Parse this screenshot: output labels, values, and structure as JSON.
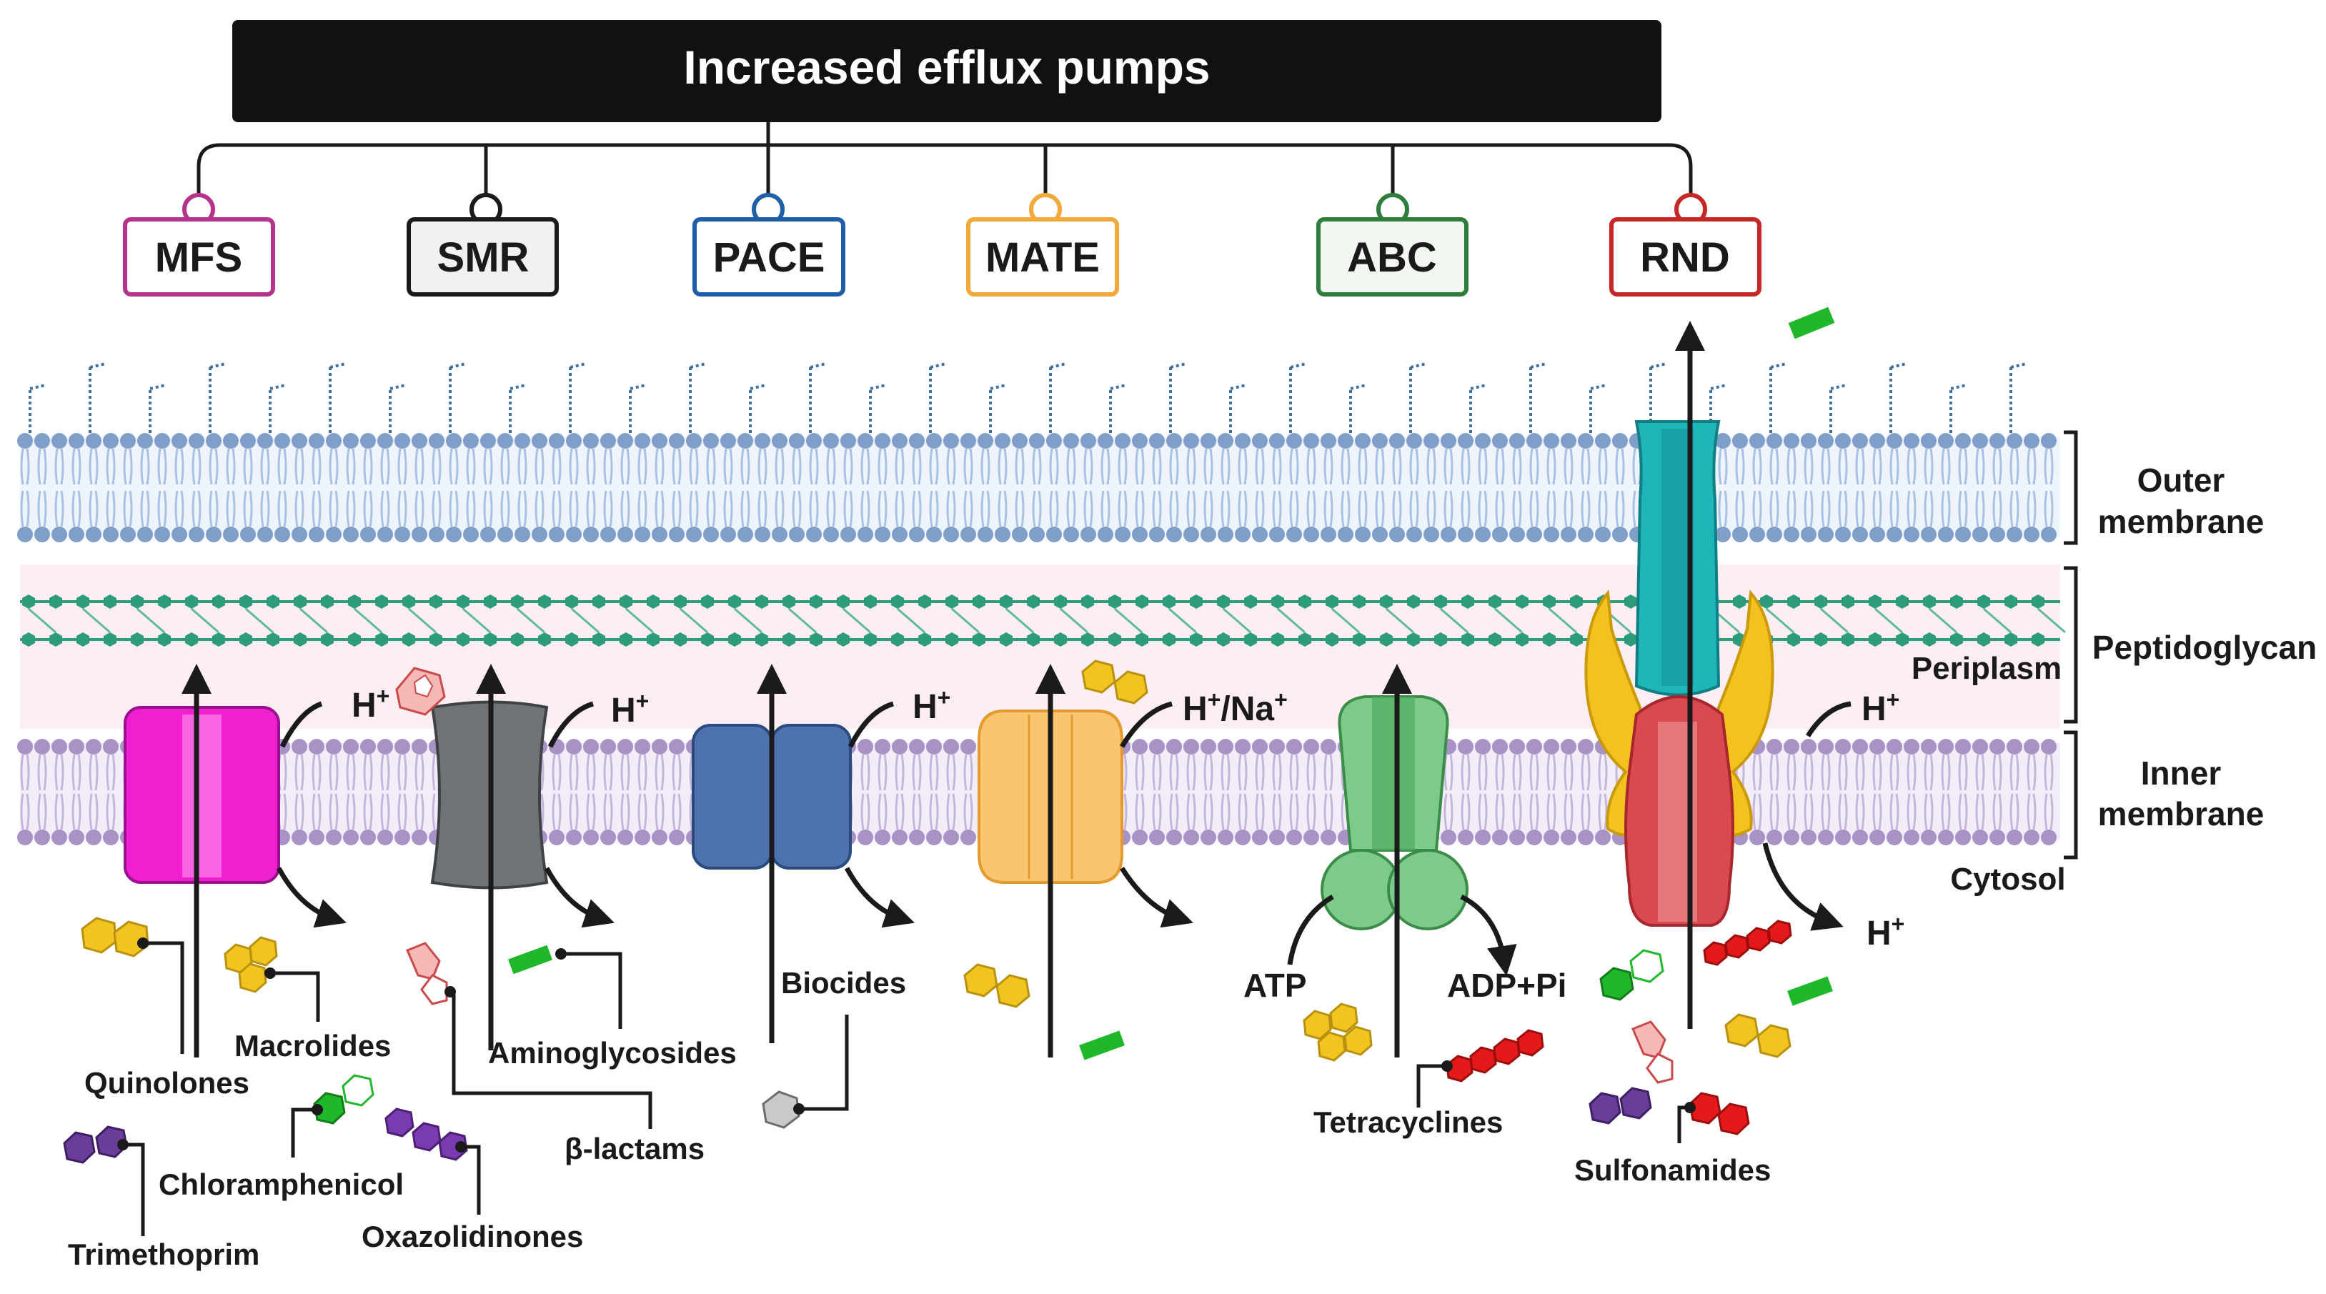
{
  "title": "Increased efflux pumps",
  "families": [
    {
      "label": "MFS",
      "color": "#b5338a"
    },
    {
      "label": "SMR",
      "color": "#1a1a1a"
    },
    {
      "label": "PACE",
      "color": "#1f5fa8"
    },
    {
      "label": "MATE",
      "color": "#f2a93b"
    },
    {
      "label": "ABC",
      "color": "#2e7d3a"
    },
    {
      "label": "RND",
      "color": "#c62828"
    }
  ],
  "regions": {
    "outer_membrane_line1": "Outer",
    "outer_membrane_line2": "membrane",
    "peptidoglycan": "Peptidoglycan",
    "periplasm": "Periplasm",
    "inner_membrane_line1": "Inner",
    "inner_membrane_line2": "membrane",
    "cytosol": "Cytosol"
  },
  "ions": {
    "mfs": "H+",
    "smr": "H+",
    "pace": "H+",
    "mate": "H+/Na+",
    "rnd_in": "H+",
    "rnd_out": "H+",
    "atp": "ATP",
    "adp": "ADP+Pi"
  },
  "drugs": {
    "quinolones": "Quinolones",
    "macrolides": "Macrolides",
    "trimethoprim": "Trimethoprim",
    "chloramphenicol": "Chloramphenicol",
    "oxazolidinones": "Oxazolidinones",
    "aminoglycosides": "Aminoglycosides",
    "beta_lactams": "β-lactams",
    "biocides": "Biocides",
    "tetracyclines": "Tetracyclines",
    "sulfonamides": "Sulfonamides"
  },
  "colors": {
    "title_bg": "#111111",
    "outer_membrane_head": "#7f9ec9",
    "peptidoglycan": "#2e9c7a",
    "periplasm_bg": "#fdeef4",
    "inner_membrane_head": "#a992c6",
    "mfs_pump": "#f01fd0",
    "smr_pump": "#6f7375",
    "pace_pump": "#4d72ad",
    "mate_pump": "#fbc46e",
    "abc_pump": "#7ccb8a",
    "rnd_tolc": "#1fb5b9",
    "rnd_adaptor": "#f4c21f",
    "rnd_transporter": "#d9494f",
    "drug_yellow": "#f2c420",
    "drug_green": "#1fb82a",
    "drug_red": "#e41a1a",
    "drug_purple": "#6a3d9a",
    "drug_pink": "#f6b7b7",
    "drug_grey": "#c7c9cb"
  }
}
